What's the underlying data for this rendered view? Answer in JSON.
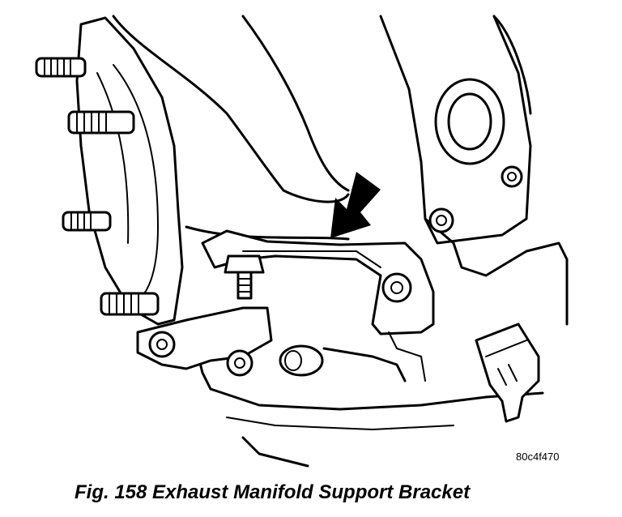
{
  "figure": {
    "illustration": "exhaust-manifold-support-bracket-line-drawing",
    "image_code": "80c4f470",
    "caption": "Fig. 158 Exhaust Manifold Support Bracket"
  },
  "colors": {
    "ink": "#000000",
    "paper": "#ffffff"
  }
}
